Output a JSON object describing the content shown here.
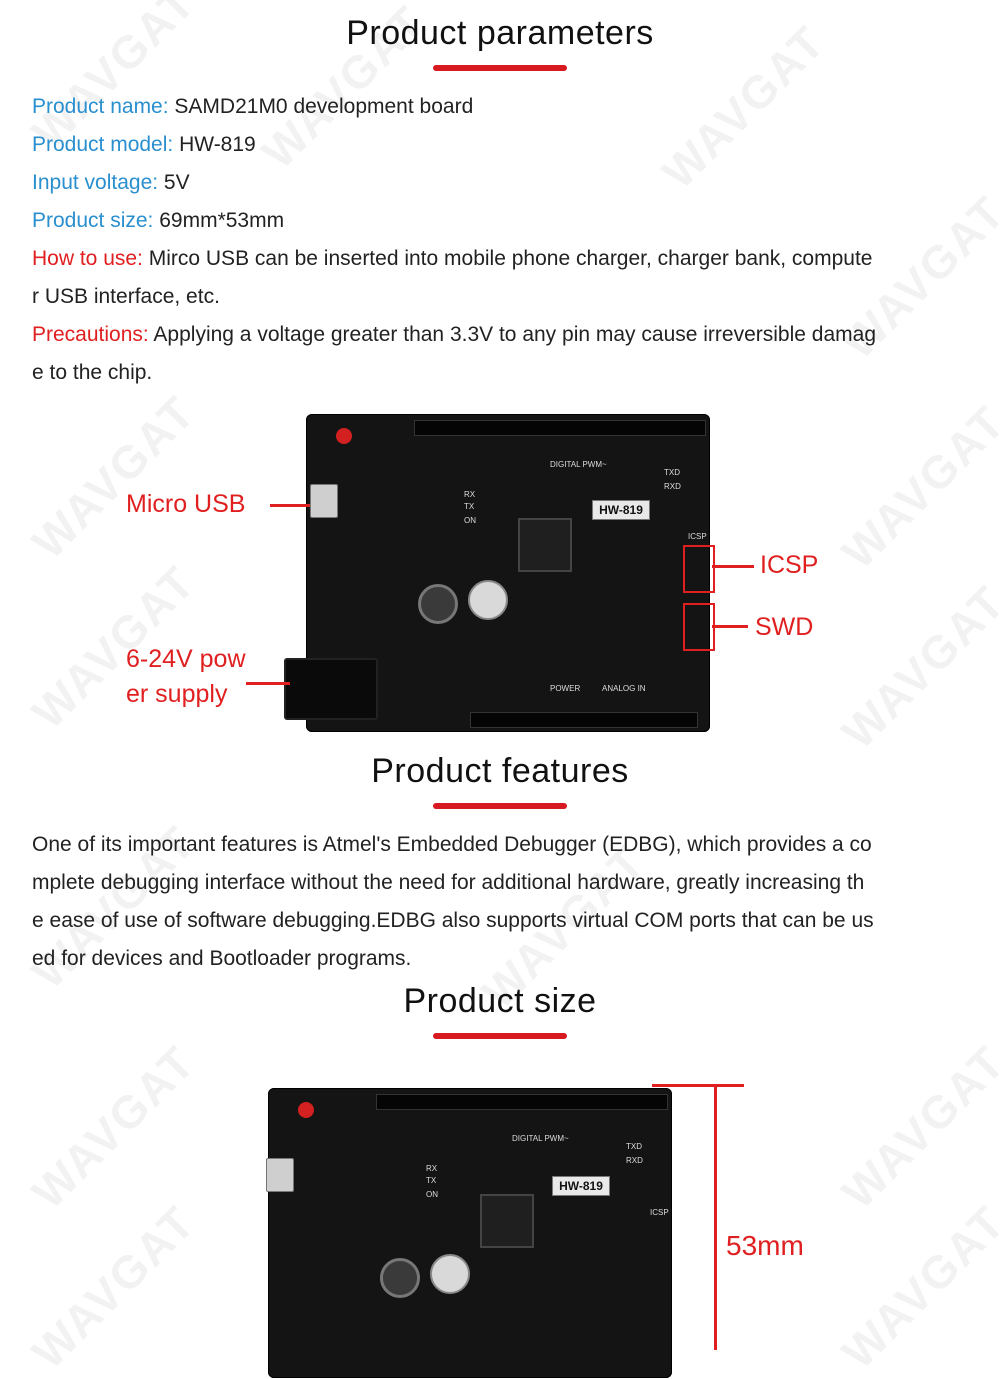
{
  "sections": {
    "parameters_title": "Product parameters",
    "features_title": "Product features",
    "size_title": "Product size"
  },
  "parameters": [
    {
      "label": "Product name:",
      "value": " SAMD21M0 development board",
      "warn": false
    },
    {
      "label": "Product model:",
      "value": " HW-819",
      "warn": false
    },
    {
      "label": "Input voltage:",
      "value": " 5V",
      "warn": false
    },
    {
      "label": "Product size:",
      "value": " 69mm*53mm",
      "warn": false
    },
    {
      "label": "How to use:",
      "value": " Mirco USB can be inserted into mobile phone charger, charger bank, compute",
      "warn": true
    },
    {
      "label": "",
      "value": "r USB interface, etc.",
      "warn": false
    },
    {
      "label": "Precautions:",
      "value": " Applying a voltage greater than 3.3V to any pin may cause irreversible damag",
      "warn": true
    },
    {
      "label": "",
      "value": "e to the chip.",
      "warn": false
    }
  ],
  "board": {
    "model_label": "HW-819",
    "digital_label": "DIGITAL PWM~",
    "power_label": "POWER",
    "analog_label": "ANALOG IN",
    "icsp_label": "ICSP",
    "txd": "TXD",
    "rxd": "RXD",
    "rx": "RX",
    "tx": "TX",
    "on": "ON"
  },
  "callouts": {
    "micro_usb": "Micro USB",
    "icsp": "ICSP",
    "swd": "SWD",
    "power_line1": "6-24V pow",
    "power_line2": "er supply"
  },
  "features": [
    "One of its important features is Atmel's Embedded Debugger (EDBG), which provides a co",
    "mplete debugging interface without the need for additional hardware, greatly increasing th",
    "e ease of use of software debugging.EDBG also supports virtual COM ports that can be us",
    "ed for devices and Bootloader programs."
  ],
  "size": {
    "height_label": "53mm"
  },
  "watermark": "WAVGAT",
  "colors": {
    "accent_red": "#e02020",
    "label_blue": "#2a8fcf",
    "title_bar": "#d71920"
  }
}
